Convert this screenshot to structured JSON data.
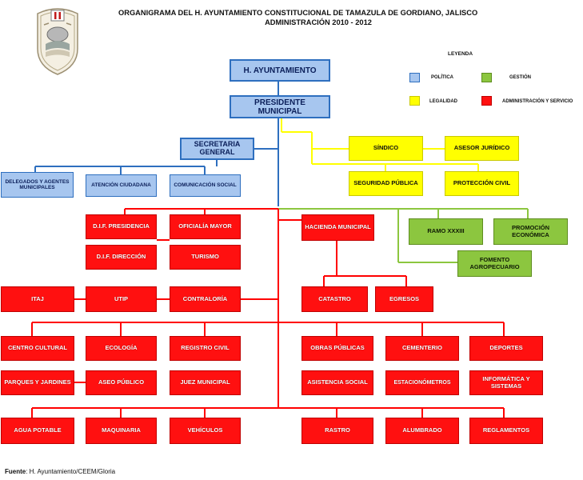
{
  "title_line1": "ORGANIGRAMA DEL H. AYUNTAMIENTO CONSTITUCIONAL DE TAMAZULA DE GORDIANO, JALISCO",
  "title_line2": "ADMINISTRACIÓN 2010 - 2012",
  "colors": {
    "politica": "#a7c6ef",
    "legalidad": "#ffff00",
    "gestion": "#8cc63f",
    "administracion": "#ff1010",
    "line_blue": "#2e6fbf",
    "line_yellow": "#ffff00",
    "line_green": "#8cc63f",
    "line_red": "#ff0000"
  },
  "legend": {
    "title": "LEYENDA",
    "politica": "POLÍTICA",
    "gestion": "GESTIÓN",
    "legalidad": "LEGALIDAD",
    "administracion": "ADMINISTRACIÓN Y SERVICIO"
  },
  "boxes": {
    "ayuntamiento": "H. AYUNTAMIENTO",
    "presidente": "PRESIDENTE MUNICIPAL",
    "secretaria": "SECRETARIA GENERAL",
    "delegados": "DELEGADOS Y AGENTES MUNICIPALES",
    "atencion": "ATENCIÓN CIUDADANA",
    "comunicacion": "COMUNICACIÓN SOCIAL",
    "sindico": "SÍNDICO",
    "asesor": "ASESOR JURÍDICO",
    "seguridad": "SEGURIDAD PÚBLICA",
    "proteccion": "PROTECCIÓN CIVIL",
    "ramo": "RAMO XXXIII",
    "promocion": "PROMOCIÓN ECONÓMICA",
    "fomento": "FOMENTO AGROPECUARIO",
    "dif_presidencia": "D.I.F. PRESIDENCIA",
    "oficialia": "OFICIALÍA MAYOR",
    "dif_direccion": "D.I.F. DIRECCIÓN",
    "turismo": "TURISMO",
    "hacienda": "HACIENDA MUNICIPAL",
    "catastro": "CATASTRO",
    "egresos": "EGRESOS",
    "itaj": "ITAJ",
    "utip": "UTIP",
    "contraloria": "CONTRALORÍA",
    "centro_cultural": "CENTRO CULTURAL",
    "ecologia": "ECOLOGÍA",
    "registro": "REGISTRO CIVIL",
    "obras": "OBRAS PÚBLICAS",
    "cementerio": "CEMENTERIO",
    "deportes": "DEPORTES",
    "parques": "PARQUES Y JARDINES",
    "aseo": "ASEO PÚBLICO",
    "juez": "JUEZ MUNICIPAL",
    "asistencia": "ASISTENCIA SOCIAL",
    "estacionometros": "ESTACIONÓMETROS",
    "informatica": "INFORMÁTICA Y SISTEMAS",
    "agua": "AGUA POTABLE",
    "maquinaria": "MAQUINARIA",
    "vehiculos": "VEHÍCULOS",
    "rastro": "RASTRO",
    "alumbrado": "ALUMBRADO",
    "reglamentos": "REGLAMENTOS"
  },
  "source": {
    "label": "Fuente",
    "text": ": H. Ayuntamiento/CEEM/Gloria"
  }
}
